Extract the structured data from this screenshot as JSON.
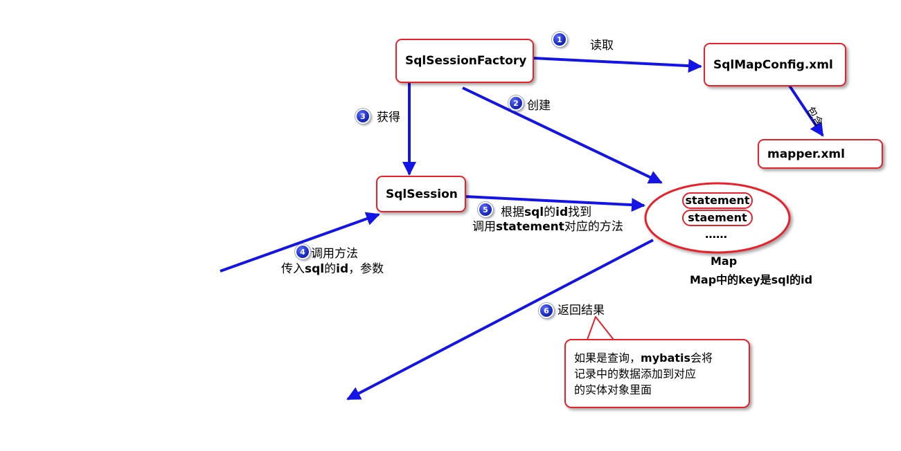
{
  "nodes": {
    "factory": "SqlSessionFactory",
    "config": "SqlMapConfig.xml",
    "mapper": "mapper.xml",
    "session": "SqlSession",
    "map_item1": "statement",
    "map_item2": "staement",
    "map_more": "……",
    "map_title": "Map",
    "map_desc": "Map中的key是sql的id"
  },
  "steps": [
    {
      "num": "1",
      "label": "读取"
    },
    {
      "num": "2",
      "label": "创建"
    },
    {
      "num": "3",
      "label": "获得"
    },
    {
      "num": "4",
      "line1": "调用方法",
      "line2_a": "传入",
      "line2_b": "sql",
      "line2_c": "的",
      "line2_d": "id",
      "line2_e": "，参数"
    },
    {
      "num": "5",
      "line1_a": "根据",
      "line1_b": "sql",
      "line1_c": "的",
      "line1_d": "id",
      "line1_e": "找到",
      "line2_a": "调用",
      "line2_b": "statement",
      "line2_c": "对应的方法"
    },
    {
      "num": "6",
      "label": "返回结果"
    }
  ],
  "edges": {
    "contains": "包含"
  },
  "note": {
    "line1_a": "如果是查询，",
    "line1_b": "mybatis",
    "line1_c": "会将",
    "line2": "记录中的数据添加到对应",
    "line3": "的实体对象里面"
  },
  "colors": {
    "arrow": "#1414e6",
    "border": "#e8202a"
  }
}
